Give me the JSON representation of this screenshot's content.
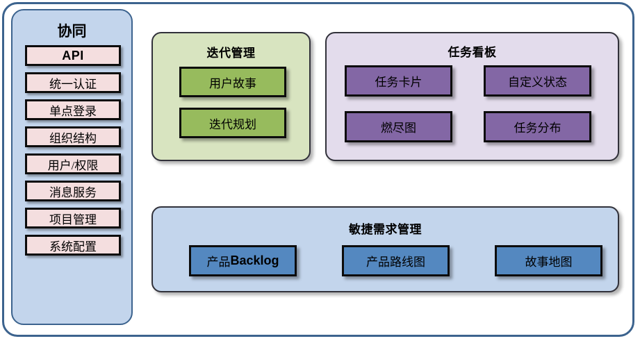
{
  "diagram": {
    "title_hidden": "",
    "colors": {
      "frame_border": "#3c638e",
      "sidebar_bg": "#c3d5ec",
      "sidebar_item_bg": "#f4dedf",
      "iteration_panel_bg": "#d8e4c0",
      "iteration_box_bg": "#97bb5d",
      "taskboard_panel_bg": "#e3dcec",
      "taskboard_box_bg": "#8367a5",
      "agile_panel_bg": "#c3d5ec",
      "agile_box_bg": "#5488c0",
      "box_border": "#0c0c0c"
    }
  },
  "sidebar": {
    "title": "协同",
    "items": [
      {
        "label": "API"
      },
      {
        "label": "统一认证"
      },
      {
        "label": "单点登录"
      },
      {
        "label": "组织结构"
      },
      {
        "label": "用户/权限"
      },
      {
        "label": "消息服务"
      },
      {
        "label": "项目管理"
      },
      {
        "label": "系统配置"
      }
    ]
  },
  "panels": {
    "iteration": {
      "title": "迭代管理",
      "boxes": [
        {
          "label": "用户故事"
        },
        {
          "label": "迭代规划"
        }
      ]
    },
    "taskboard": {
      "title": "任务看板",
      "boxes": [
        {
          "label": "任务卡片"
        },
        {
          "label": "自定义状态"
        },
        {
          "label": "燃尽图"
        },
        {
          "label": "任务分布"
        }
      ]
    },
    "agile": {
      "title": "敏捷需求管理",
      "boxes": [
        {
          "label_cn": "产品",
          "label_latin": "Backlog"
        },
        {
          "label": "产品路线图"
        },
        {
          "label": "故事地图"
        }
      ]
    }
  }
}
